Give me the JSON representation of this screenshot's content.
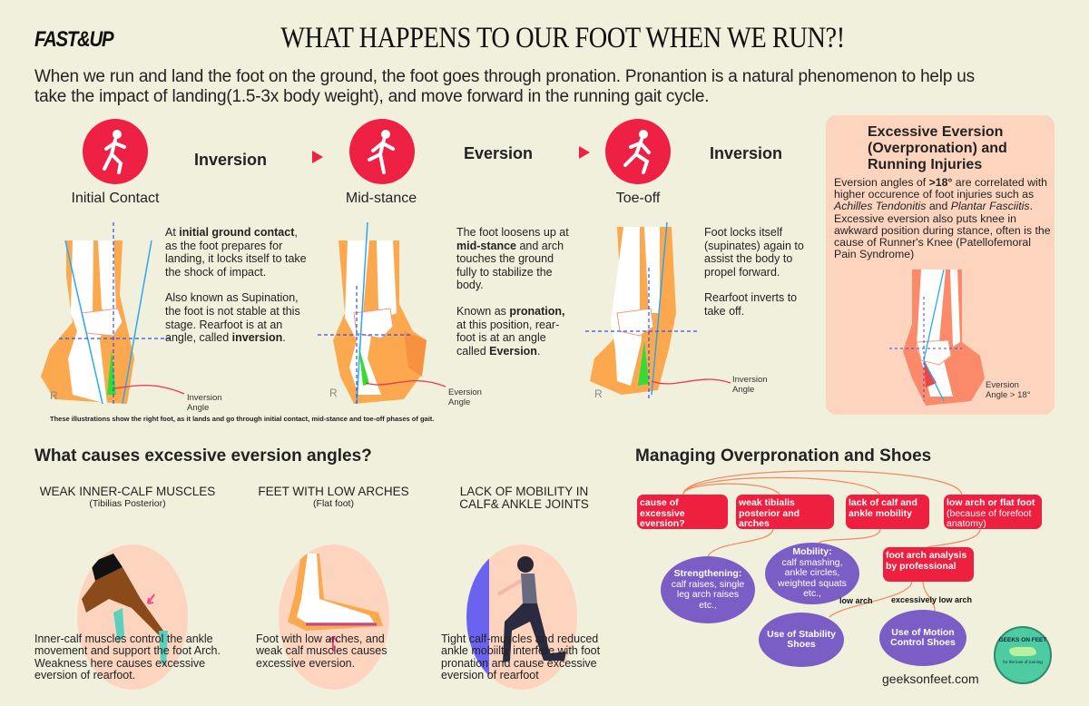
{
  "logo": "FAST&UP",
  "title": "WHAT HAPPENS TO OUR FOOT WHEN WE RUN?!",
  "intro": "When we run and land the foot on the ground, the foot goes through pronation. Pronantion is a natural phenomenon to help us take the impact of landing(1.5-3x body weight), and move forward in the running gait cycle.",
  "stages": [
    {
      "label": "Initial Contact",
      "phase": "Inversion",
      "angle_label_1": "Inversion",
      "angle_label_2": "Angle",
      "side": "R",
      "p1_a": "At ",
      "p1_b": "initial ground contact",
      "p1_c": ", as the foot prepares for landing, it locks itself to take the shock of impact.",
      "p2_a": "Also known as Supination, the foot is not stable at this stage.  Rearfoot is at an angle, called ",
      "p2_b": "inversion",
      "p2_c": "."
    },
    {
      "label": "Mid-stance",
      "phase": "Eversion",
      "angle_label_1": "Eversion",
      "angle_label_2": "Angle",
      "side": "R",
      "p1_a": "The foot loosens up at ",
      "p1_b": "mid-stance",
      "p1_c": " and arch touches the ground fully to stabilize the body.",
      "p2_a": "Known as ",
      "p2_b": "pronation,",
      "p2_c": " at this position, rear-foot is at an angle called ",
      "p2_d": "Eversion",
      "p2_e": "."
    },
    {
      "label": "Toe-off",
      "phase": "Inversion",
      "angle_label_1": "Inversion",
      "angle_label_2": "Angle",
      "side": "R",
      "p1": "Foot locks itself (supinates) again to assist the body to propel forward.",
      "p2": "Rearfoot inverts to take off."
    }
  ],
  "footnote": "These illustrations show the right foot, as it lands and go through initial contact, mid-stance and toe-off phases of gait.",
  "panel": {
    "title": "Excessive Eversion (Overpronation) and Running Injuries",
    "t1": "Eversion angles of ",
    "t2": ">18°",
    "t3": "  are correlated with higher occurence of foot injuries such as ",
    "t4": "Achilles Tendonitis",
    "t5": " and ",
    "t6": "Plantar Fasciitis",
    "t7": ". Excessive eversion also puts knee in awkward position during stance, often is the cause of Runner's Knee (Patellofemoral Pain Syndrome)",
    "angle_label_1": "Eversion",
    "angle_label_2": "Angle > 18°"
  },
  "causes": {
    "heading": "What causes excessive eversion angles?",
    "columns": [
      {
        "title": "WEAK INNER-CALF MUSCLES",
        "subtitle": "(Tibilias Posterior)",
        "text": "Inner-calf muscles control the ankle movement and support the foot Arch. Weakness here causes excessive eversion of rearfoot."
      },
      {
        "title": "FEET WITH LOW ARCHES",
        "subtitle": "(Flat foot)",
        "text": "Foot with low arches, and weak calf muscles causes excessive eversion."
      },
      {
        "title": "LACK OF MOBILITY IN CALF& ANKLE JOINTS",
        "subtitle": "",
        "text": "Tight calf-muscles and reduced ankle mobiilty interfere with foot pronation and cause excessive eversion of rearfoot"
      }
    ]
  },
  "managing": {
    "heading": "Managing Overpronation and Shoes",
    "nodes": {
      "cause": "cause of excessive eversion?",
      "weak": "weak tibialis posterior and arches",
      "lack": "lack of calf and ankle mobility",
      "low_title": "low arch or flat foot",
      "low_sub": "(because of forefoot anatomy)",
      "analysis": "foot arch analysis by professional",
      "strength_title": "Strengthening:",
      "strength_body": "calf raises, single leg arch raises etc.,",
      "mobility_title": "Mobility:",
      "mobility_body": "calf smashing, ankle circles, weighted squats etc.,",
      "stability": "Use of Stability Shoes",
      "motion": "Use of Motion Control Shoes"
    },
    "edges": {
      "low": "low arch",
      "excessive": "excessively low arch"
    }
  },
  "website": "geeksonfeet.com",
  "badge": {
    "name": "GEEKS ON FEET",
    "tagline": "for the love of running"
  }
}
